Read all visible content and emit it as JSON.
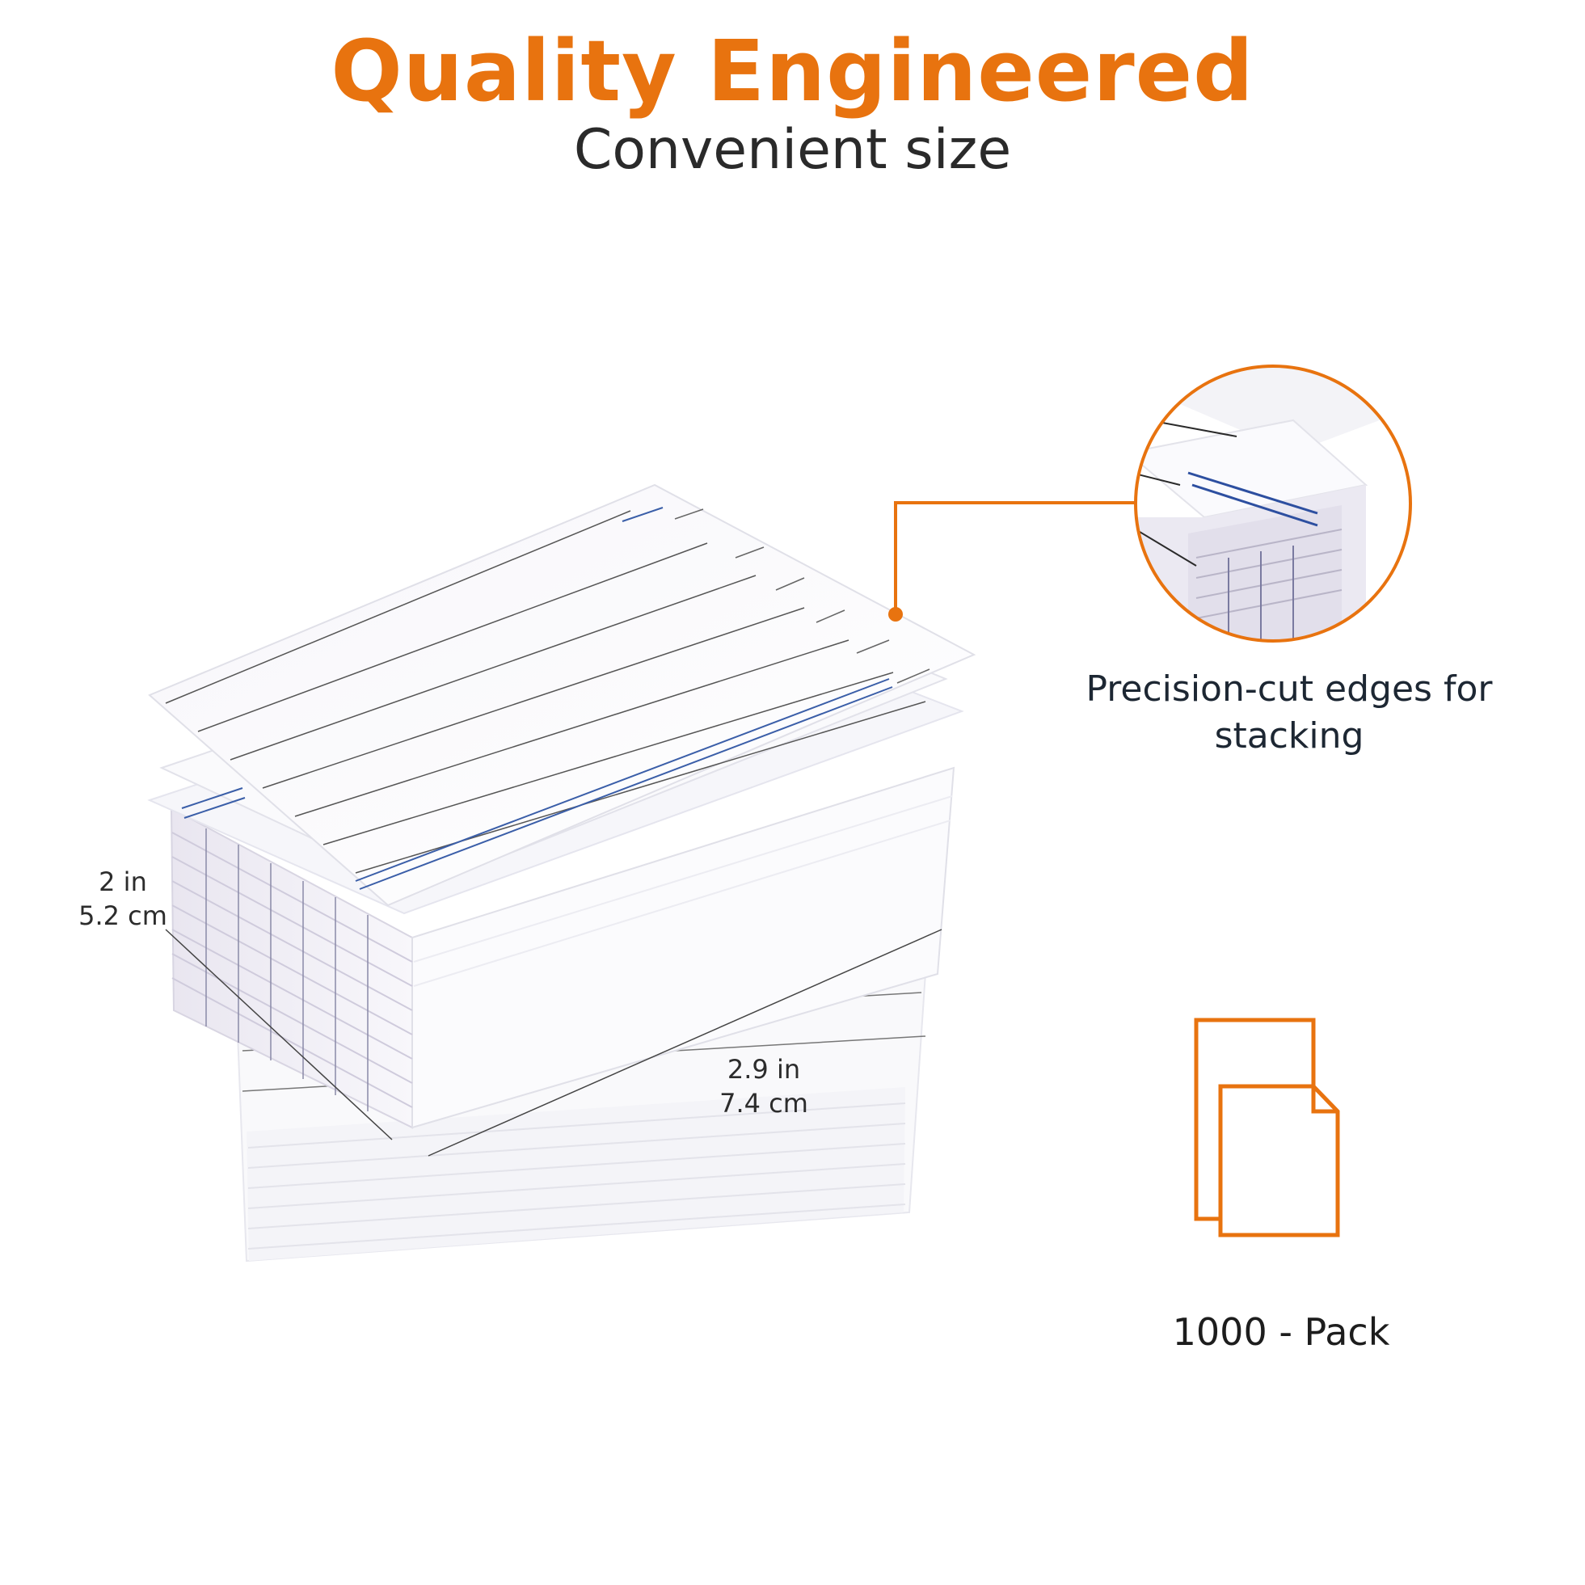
{
  "header": {
    "title": "Quality Engineered",
    "subtitle": "Convenient size"
  },
  "dimensions": {
    "height_in": "2 in",
    "height_cm": "5.2 cm",
    "width_in": "2.9 in",
    "width_cm": "7.4 cm"
  },
  "features": {
    "edge_caption_line1": "Precision-cut edges for",
    "edge_caption_line2": "stacking",
    "pack_caption": "1000 - Pack"
  },
  "colors": {
    "accent": "#e8730f",
    "text_dark": "#2a2a2a",
    "rule_blue": "#3a5ea8",
    "rule_gray": "#666666"
  },
  "icons": {
    "pack": "stacked-documents-icon",
    "callout": "magnifier-callout-icon"
  }
}
